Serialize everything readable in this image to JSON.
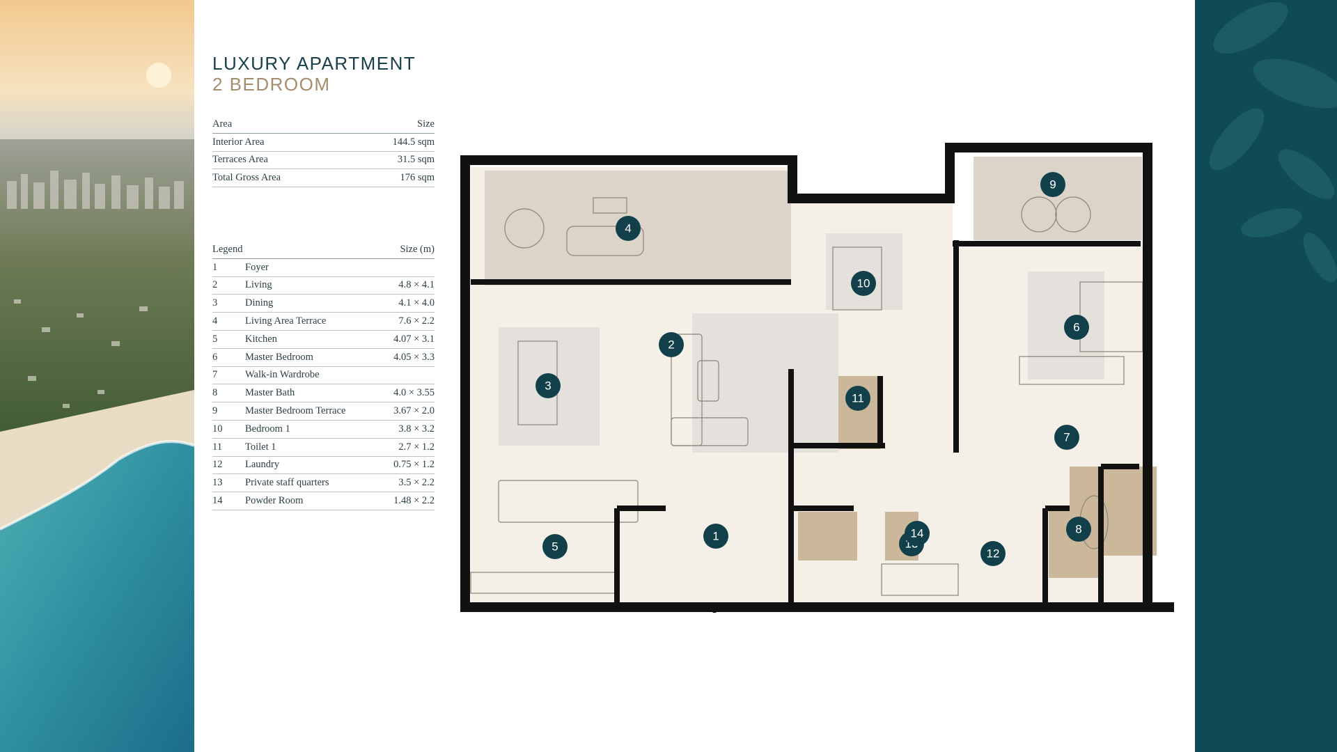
{
  "heading": {
    "line1": "LUXURY APARTMENT",
    "line2": "2 BEDROOM"
  },
  "area_table": {
    "header": {
      "label": "Area",
      "value": "Size"
    },
    "rows": [
      {
        "label": "Interior Area",
        "value": "144.5 sqm"
      },
      {
        "label": "Terraces Area",
        "value": "31.5 sqm"
      },
      {
        "label": "Total Gross Area",
        "value": "176 sqm"
      }
    ]
  },
  "legend_table": {
    "header": {
      "label": "Legend",
      "value": "Size (m)"
    },
    "rows": [
      {
        "num": "1",
        "name": "Foyer",
        "size": ""
      },
      {
        "num": "2",
        "name": "Living",
        "size": "4.8 × 4.1"
      },
      {
        "num": "3",
        "name": "Dining",
        "size": "4.1 × 4.0"
      },
      {
        "num": "4",
        "name": "Living Area Terrace",
        "size": "7.6 × 2.2"
      },
      {
        "num": "5",
        "name": "Kitchen",
        "size": "4.07 × 3.1"
      },
      {
        "num": "6",
        "name": "Master Bedroom",
        "size": "4.05 × 3.3"
      },
      {
        "num": "7",
        "name": "Walk-in Wardrobe",
        "size": ""
      },
      {
        "num": "8",
        "name": "Master Bath",
        "size": "4.0 × 3.55"
      },
      {
        "num": "9",
        "name": "Master Bedroom Terrace",
        "size": "3.67 × 2.0"
      },
      {
        "num": "10",
        "name": "Bedroom 1",
        "size": "3.8 × 3.2"
      },
      {
        "num": "11",
        "name": "Toilet 1",
        "size": "2.7 × 1.2"
      },
      {
        "num": "12",
        "name": "Laundry",
        "size": "0.75 × 1.2"
      },
      {
        "num": "13",
        "name": "Private staff quarters",
        "size": "3.5 × 2.2"
      },
      {
        "num": "14",
        "name": "Powder Room",
        "size": "1.48 × 2.2"
      }
    ]
  },
  "plan_markers": [
    "1",
    "2",
    "3",
    "4",
    "5",
    "6",
    "7",
    "8",
    "9",
    "10",
    "11",
    "12",
    "13",
    "14"
  ],
  "colors": {
    "brand_dark": "#113f4a",
    "accent_tan": "#a48d6e",
    "floor_light": "#f4f0e8",
    "floor_wet": "#cbb89a",
    "terrace": "#dcd4c8"
  }
}
